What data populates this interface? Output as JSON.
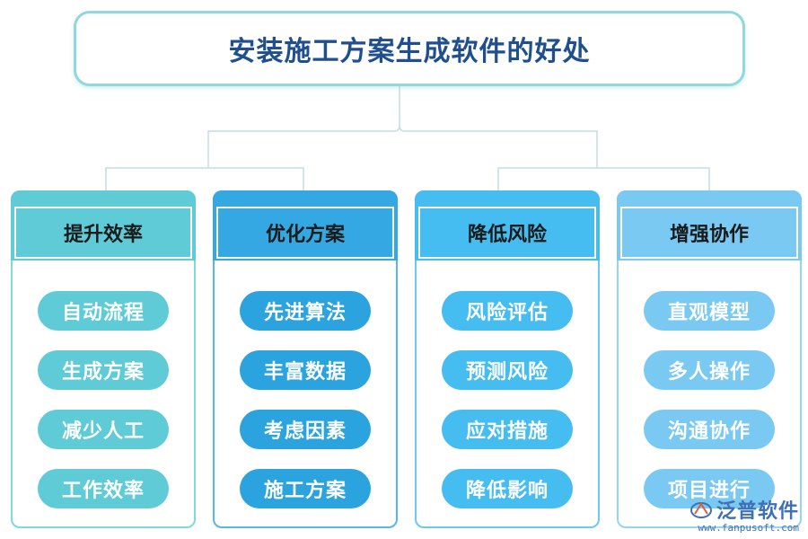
{
  "title": "安装施工方案生成软件的好处",
  "columns": [
    {
      "label": "提升效率",
      "header_color": "#5ecbd6",
      "border_color": "#7fd7df",
      "pill_color": "#5ecbd6",
      "items": [
        "自动流程",
        "生成方案",
        "减少人工",
        "工作效率"
      ]
    },
    {
      "label": "优化方案",
      "header_color": "#33a8e2",
      "border_color": "#55b8e8",
      "pill_color": "#2aa3df",
      "items": [
        "先进算法",
        "丰富数据",
        "考虑因素",
        "施工方案"
      ]
    },
    {
      "label": "降低风险",
      "header_color": "#45bdf0",
      "border_color": "#6ccaf2",
      "pill_color": "#45bdf0",
      "items": [
        "风险评估",
        "预测风险",
        "应对措施",
        "降低影响"
      ]
    },
    {
      "label": "增强协作",
      "header_color": "#79c9f3",
      "border_color": "#95d4f5",
      "pill_color": "#79c9f3",
      "items": [
        "直观模型",
        "多人操作",
        "沟通协作",
        "项目进行"
      ]
    }
  ],
  "watermark": {
    "name": "泛普软件",
    "url": "www.fanpusoft.com"
  }
}
